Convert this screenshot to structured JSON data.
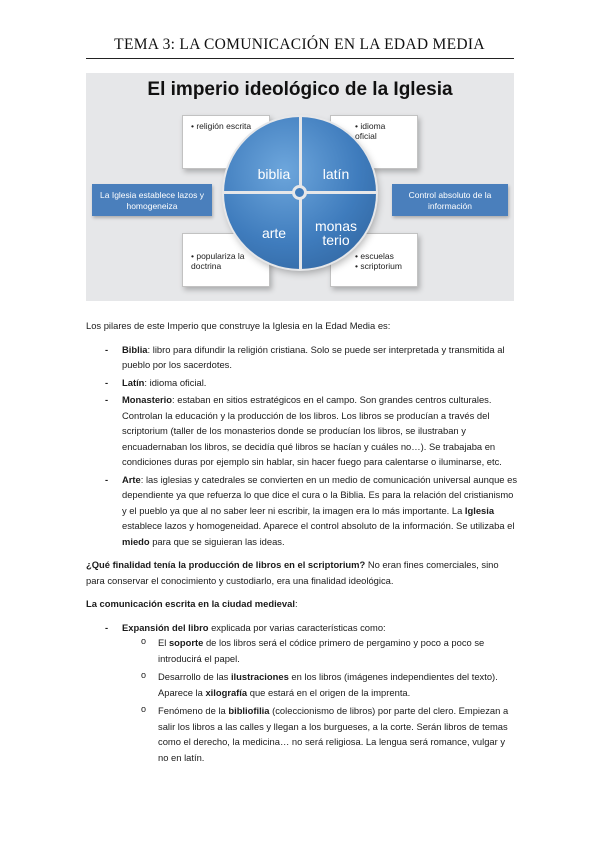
{
  "header": {
    "title": "TEMA 3: LA COMUNICACIÓN EN LA EDAD MEDIA"
  },
  "figure": {
    "title": "El imperio ideológico de la Iglesia",
    "boxes": {
      "top_left": "• religión escrita",
      "top_right": "• idioma oficial",
      "bottom_left": "• populariza la doctrina",
      "bottom_right_1": "• escuelas",
      "bottom_right_2": "• scriptorium"
    },
    "side_left": "La Iglesia establece lazos y homogeneiza",
    "side_right": "Control absoluto de la información",
    "quadrants": {
      "biblia": "biblia",
      "latin": "latín",
      "arte": "arte",
      "monasterio_1": "monas",
      "monasterio_2": "terio"
    }
  },
  "intro": "Los pilares de este Imperio que construye la Iglesia en la Edad Media es:",
  "pillars": {
    "biblia_term": "Biblia",
    "biblia_text": ": libro para difundir la religión cristiana. Solo se puede ser interpretada y transmitida al pueblo por los sacerdotes.",
    "latin_term": "Latín",
    "latin_text": ": idioma oficial.",
    "monasterio_term": "Monasterio",
    "monasterio_text": ": estaban en sitios estratégicos en el campo. Son grandes centros culturales. Controlan la educación y la producción de los libros. Los libros se producían a través del scriptorium (taller de los monasterios donde se producían los libros, se ilustraban y encuadernaban los libros, se decidía qué libros se hacían y cuáles no…). Se trabajaba en condiciones duras por ejemplo sin hablar, sin hacer fuego para calentarse o iluminarse, etc.",
    "arte_term": "Arte",
    "arte_text_1": ": las iglesias y catedrales se convierten en un medio de comunicación universal aunque es dependiente ya que refuerza lo que dice el cura o la Biblia. Es para la relación del cristianismo y el pueblo ya que al no saber leer ni escribir, la imagen era lo más importante. La ",
    "arte_bold_1": "Iglesia",
    "arte_text_2": " establece lazos y homogeneidad. Aparece el control absoluto de la información. Se utilizaba el ",
    "arte_bold_2": "miedo",
    "arte_text_3": " para que se siguieran las ideas."
  },
  "question": {
    "bold": "¿Qué finalidad tenía la producción de libros en el scriptorium?",
    "text": " No eran fines comerciales, sino para conservar el conocimiento y custodiarlo, era una finalidad ideológica."
  },
  "section_title": "La comunicación escrita en la ciudad medieval",
  "section_colon": ":",
  "expansion": {
    "bold": "Expansión del libro",
    "text": " explicada por varias características como:",
    "items": {
      "soporte_pre": "El ",
      "soporte_bold": "soporte",
      "soporte_post": " de los libros será el códice primero de pergamino y poco a poco se introducirá el papel.",
      "ilus_pre": "Desarrollo de las ",
      "ilus_bold": "ilustraciones",
      "ilus_mid": " en los libros (imágenes independientes del texto). Aparece la ",
      "ilus_bold_2": "xilografía",
      "ilus_post": " que estará en el origen de la imprenta.",
      "biblio_pre": "Fenómeno de la ",
      "biblio_bold": "bibliofilia",
      "biblio_post": " (coleccionismo de libros) por parte del clero. Empiezan a salir los libros a las calles y llegan a los burgueses, a la corte. Serán libros de temas como el derecho, la medicina… no será religiosa. La lengua será romance, vulgar y no en latín."
    }
  }
}
